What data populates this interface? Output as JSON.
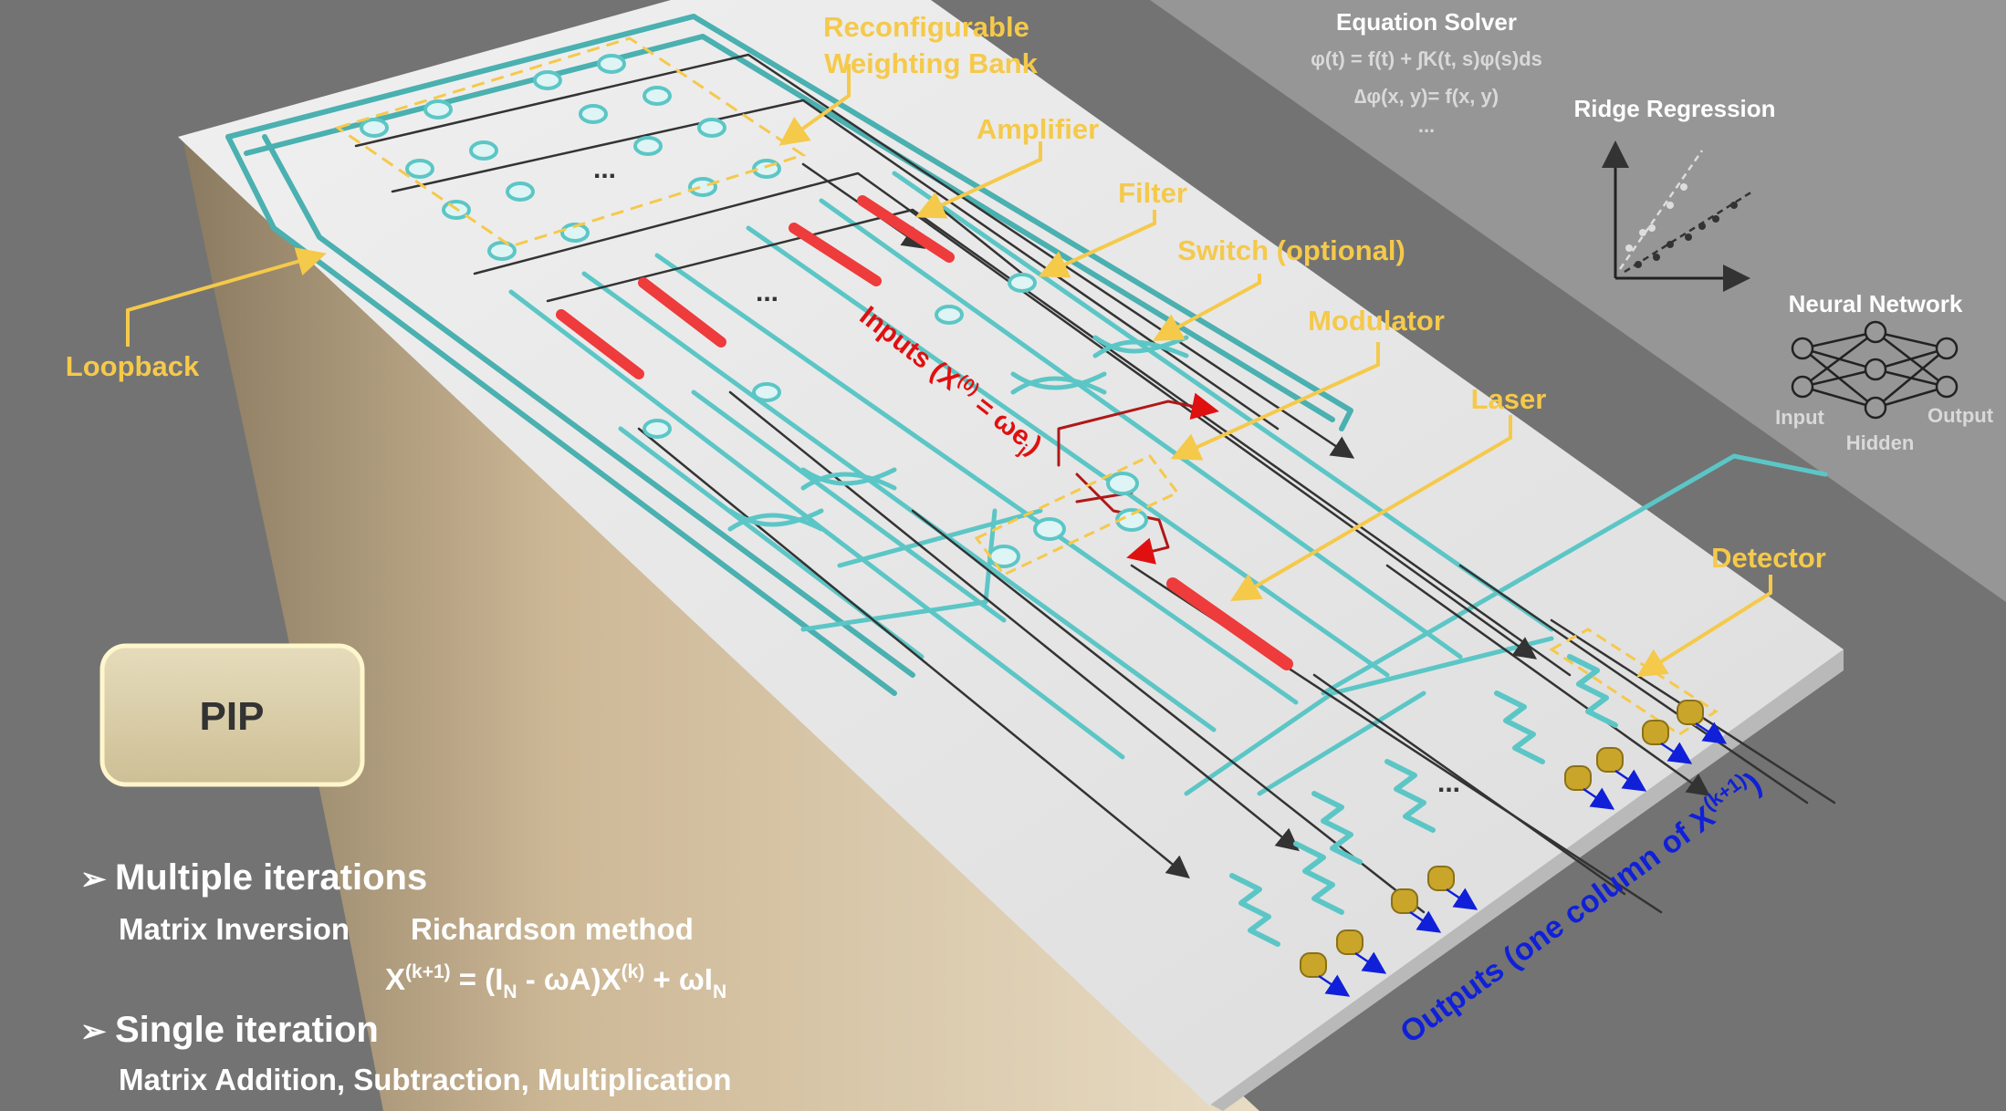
{
  "labels": {
    "weighting_bank_line1": "Reconfigurable",
    "weighting_bank_line2": "Weighting Bank",
    "amplifier": "Amplifier",
    "filter": "Filter",
    "switch": "Switch (optional)",
    "modulator": "Modulator",
    "laser": "Laser",
    "detector": "Detector",
    "loopback": "Loopback",
    "inputs_prefix": "Inputs (X",
    "inputs_sup": "(0)",
    "inputs_mid": " = ωe",
    "inputs_sub": "j",
    "inputs_suffix": ")",
    "outputs_prefix": "Outputs (one column of X",
    "outputs_sup": "(k+1)",
    "outputs_suffix": ")",
    "ellipsis": "..."
  },
  "pip_box": {
    "label": "PIP"
  },
  "applications": {
    "equation_solver": {
      "title": "Equation Solver",
      "eq1": "φ(t) = f(t) + ∫K(t, s)φ(s)ds",
      "eq2": "∆φ(x, y)= f(x, y)",
      "more": "..."
    },
    "ridge_regression": {
      "title": "Ridge Regression"
    },
    "neural_network": {
      "title": "Neural Network",
      "input": "Input",
      "hidden": "Hidden",
      "output": "Output"
    }
  },
  "notes": {
    "multiple_title": "Multiple iterations",
    "multiple_sub1": "Matrix Inversion",
    "multiple_sub2": "Richardson method",
    "formula": {
      "x": "X",
      "sup1": "(k+1)",
      "eq": " = (I",
      "subN1": "N",
      "minus": " - ωA)X",
      "sup2": "(k)",
      "plus": " + ωI",
      "subN2": "N"
    },
    "single_title": "Single iteration",
    "single_sub": "Matrix Addition, Subtraction, Multiplication"
  },
  "colors": {
    "background": "#737373",
    "chip_top": "#e6e6e6",
    "waveguide": "#5cc6c6",
    "label_yellow": "#f5c94a",
    "laser_red": "#ee3b3b",
    "input_red": "#e01010",
    "output_blue": "#1020d8",
    "detector_gold": "#c9a62a"
  }
}
